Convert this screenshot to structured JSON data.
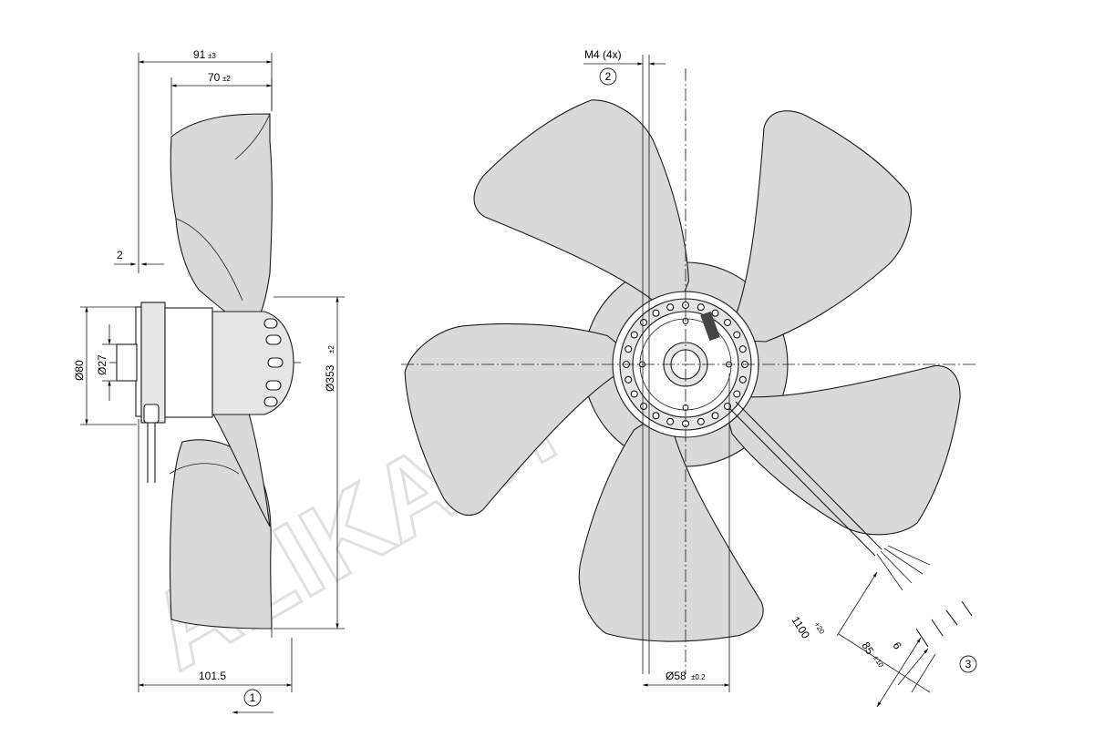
{
  "watermark": {
    "text": "ALIKAUPPY"
  },
  "side_view": {
    "dims": {
      "overall_depth": {
        "value": "91",
        "tol": "±3"
      },
      "blade_depth": {
        "value": "70",
        "tol": "±2"
      },
      "flange_gap": {
        "value": "2"
      },
      "flange_dia": {
        "value": "Ø80"
      },
      "shaft_dia": {
        "value": "Ø27"
      },
      "fan_dia": {
        "value": "Ø353",
        "tol": "±2"
      },
      "base_len": {
        "value": "101.5"
      }
    },
    "callout": "1"
  },
  "front_view": {
    "dims": {
      "thread": {
        "value": "M4 (4x)"
      },
      "bolt_circle": {
        "value": "Ø58",
        "tol": "±0.2"
      },
      "cable_len": {
        "value": "1100",
        "tol": "+20"
      },
      "strip_len": {
        "value": "85",
        "tol": "±10"
      },
      "wire_strip": {
        "value": "6"
      }
    },
    "callouts": [
      "2",
      "3"
    ]
  }
}
